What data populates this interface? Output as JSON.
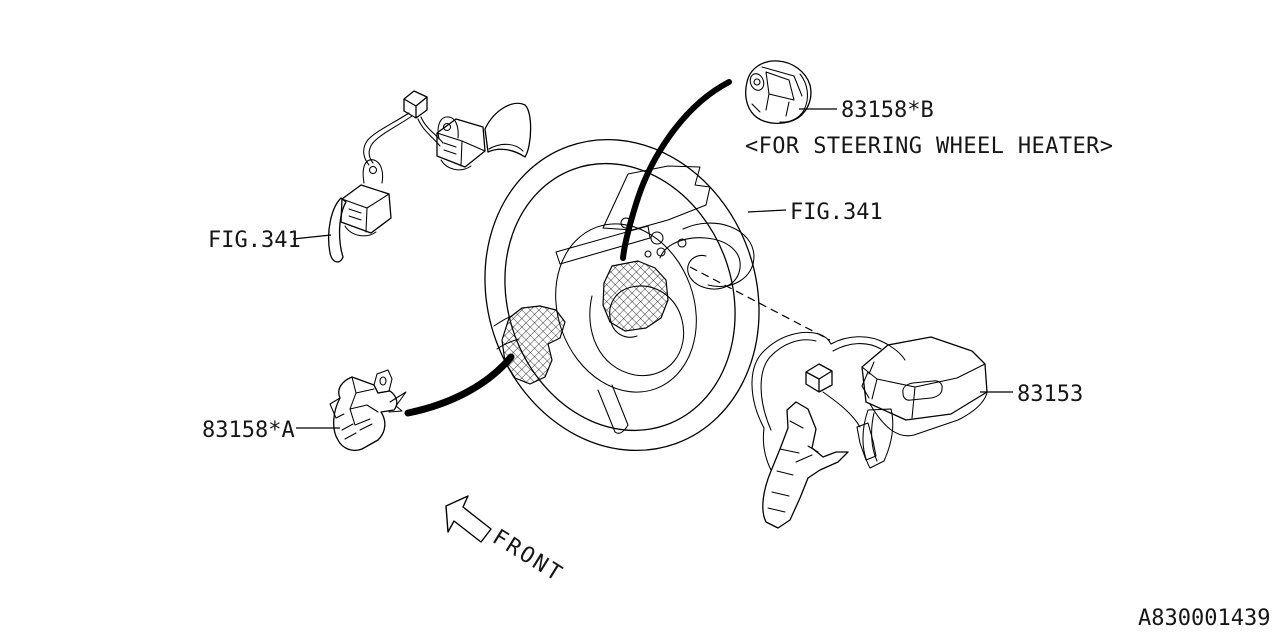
{
  "page": {
    "background": "#ffffff",
    "line_color": "#000000"
  },
  "labels": {
    "fig_ref_left": "FIG.341",
    "fig_ref_right": "FIG.341",
    "part_83158_b": "83158*B",
    "heater_note": "<FOR STEERING WHEEL HEATER>",
    "part_83153": "83153",
    "part_83158_a": "83158*A",
    "front_indicator": "FRONT",
    "drawing_number": "A830001439"
  },
  "icons": {
    "front_arrow": "arrow-up-left-outline"
  }
}
